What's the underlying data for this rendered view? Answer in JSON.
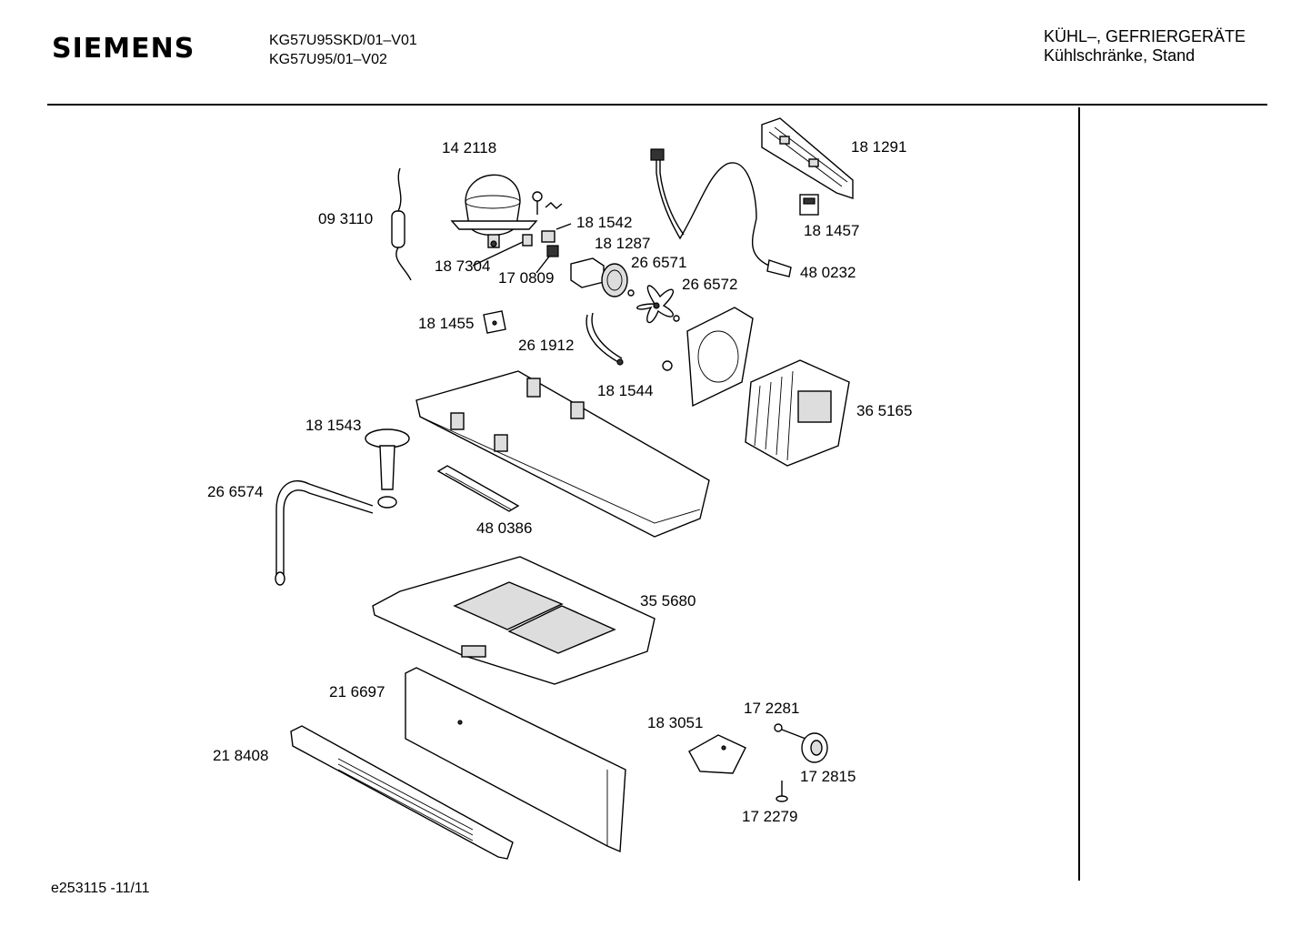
{
  "header": {
    "brand": "SIEMENS",
    "model_line_1": "KG57U95SKD/01–V01",
    "model_line_2": "KG57U95/01–V02",
    "category_line_1": "KÜHL–, GEFRIERGERÄTE",
    "category_line_2": "Kühlschränke, Stand"
  },
  "footer": {
    "drawing_id": "e253115 -11/11"
  },
  "parts": [
    {
      "id": "142118",
      "label": "14 2118"
    },
    {
      "id": "093110",
      "label": "09 3110"
    },
    {
      "id": "181542",
      "label": "18 1542"
    },
    {
      "id": "181287",
      "label": "18 1287"
    },
    {
      "id": "187304",
      "label": "18 7304"
    },
    {
      "id": "170809",
      "label": "17 0809"
    },
    {
      "id": "266571",
      "label": "26 6571"
    },
    {
      "id": "266572",
      "label": "26 6572"
    },
    {
      "id": "181291",
      "label": "18 1291"
    },
    {
      "id": "181457",
      "label": "18 1457"
    },
    {
      "id": "480232",
      "label": "48 0232"
    },
    {
      "id": "181455",
      "label": "18 1455"
    },
    {
      "id": "261912",
      "label": "26 1912"
    },
    {
      "id": "181544",
      "label": "18 1544"
    },
    {
      "id": "181543",
      "label": "18 1543"
    },
    {
      "id": "365165",
      "label": "36 5165"
    },
    {
      "id": "266574",
      "label": "26 6574"
    },
    {
      "id": "480386",
      "label": "48 0386"
    },
    {
      "id": "355680",
      "label": "35 5680"
    },
    {
      "id": "216697",
      "label": "21 6697"
    },
    {
      "id": "183051",
      "label": "18 3051"
    },
    {
      "id": "172281",
      "label": "17 2281"
    },
    {
      "id": "218408",
      "label": "21 8408"
    },
    {
      "id": "172815",
      "label": "17 2815"
    },
    {
      "id": "172279",
      "label": "17 2279"
    }
  ]
}
